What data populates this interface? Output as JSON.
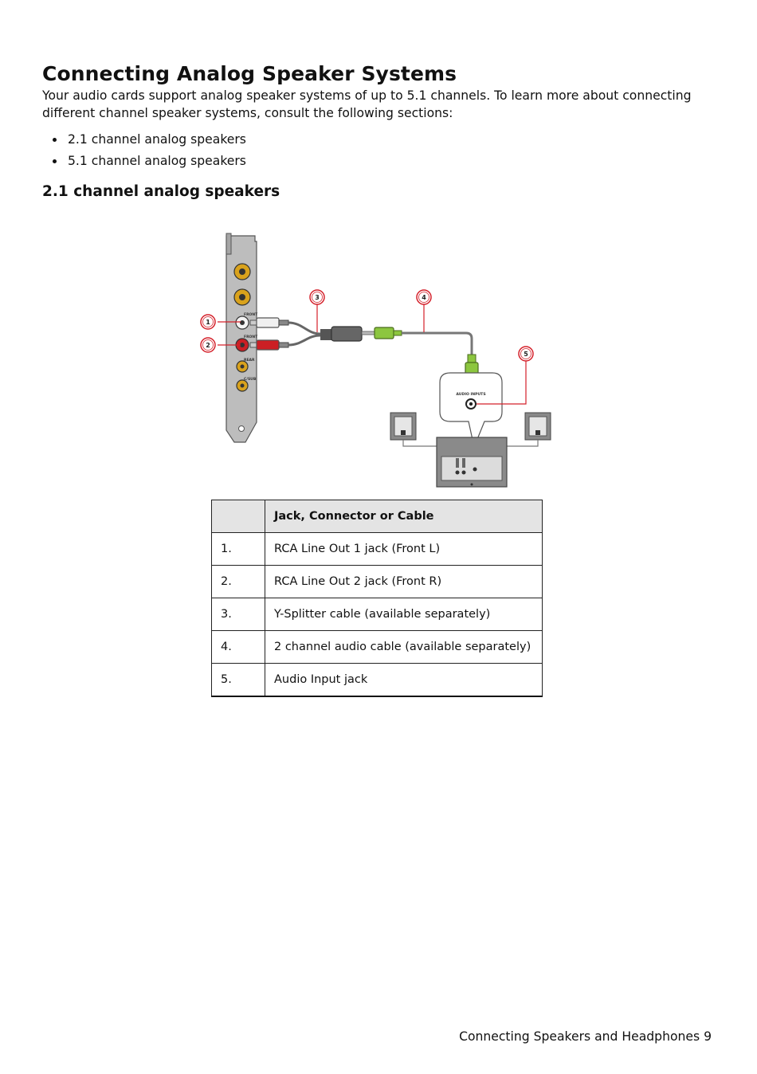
{
  "document": {
    "title": "Connecting Analog Speaker Systems",
    "intro": "Your audio cards support analog speaker systems of up to 5.1 channels. To learn more about connecting different channel speaker systems, consult the following sections:",
    "sections_list": [
      "2.1 channel analog speakers",
      "5.1 channel analog speakers"
    ],
    "section_heading": "2.1 channel analog speakers"
  },
  "diagram": {
    "callouts": [
      "1",
      "2",
      "3",
      "4",
      "5"
    ],
    "jack_labels": [
      "FRONT",
      "FRONT",
      "REAR",
      "C/SUB"
    ],
    "audio_inputs_label": "AUDIO INPUTS",
    "colors": {
      "callout": "#d4202a",
      "bracket": "#b9b9b9",
      "jack_gold": "#d9a21c",
      "rca_red": "#cc1f24",
      "plug_green": "#8cc63f",
      "speaker_gray": "#8a8a8a"
    }
  },
  "table": {
    "header": [
      "",
      "Jack, Connector or Cable"
    ],
    "rows": [
      {
        "num": "1.",
        "desc": "RCA Line Out 1 jack (Front L)"
      },
      {
        "num": "2.",
        "desc": "RCA Line Out 2 jack (Front R)"
      },
      {
        "num": "3.",
        "desc": "Y-Splitter cable (available separately)"
      },
      {
        "num": "4.",
        "desc": "2 channel audio cable (available separately)"
      },
      {
        "num": "5.",
        "desc": "Audio Input jack"
      }
    ]
  },
  "footer": {
    "text": "Connecting Speakers and Headphones 9"
  }
}
